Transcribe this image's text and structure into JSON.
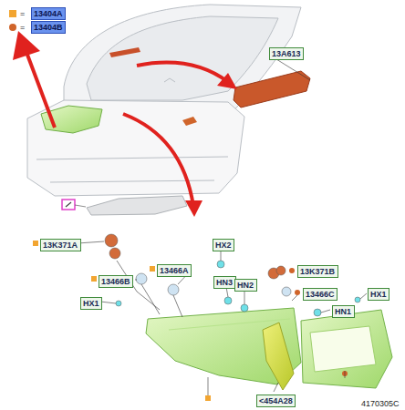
{
  "diagram": {
    "nodes": [
      {
        "text": [
          "13A613"
        ]
      },
      {
        "text": [
          "13K371A"
        ]
      },
      {
        "text": [
          "HX2"
        ]
      },
      {
        "text": [
          "13K371B"
        ]
      },
      {
        "text": [
          "13466A"
        ]
      },
      {
        "text": [
          "HN3"
        ]
      },
      {
        "text": [
          "13466B"
        ]
      },
      {
        "text": [
          "HN2"
        ]
      },
      {
        "text": [
          "13466C"
        ]
      },
      {
        "text": [
          "HX1"
        ]
      },
      {
        "text": [
          "HX1"
        ]
      },
      {
        "text": [
          "HN1"
        ]
      },
      {
        "text": [
          "<454A28"
        ]
      }
    ],
    "labels": [
      "=",
      "=",
      "4170305C"
    ],
    "legend": [
      {
        "text": "13404A",
        "color": "#f2a531"
      },
      {
        "text": "13404B",
        "color": "#d0652b"
      }
    ]
  }
}
